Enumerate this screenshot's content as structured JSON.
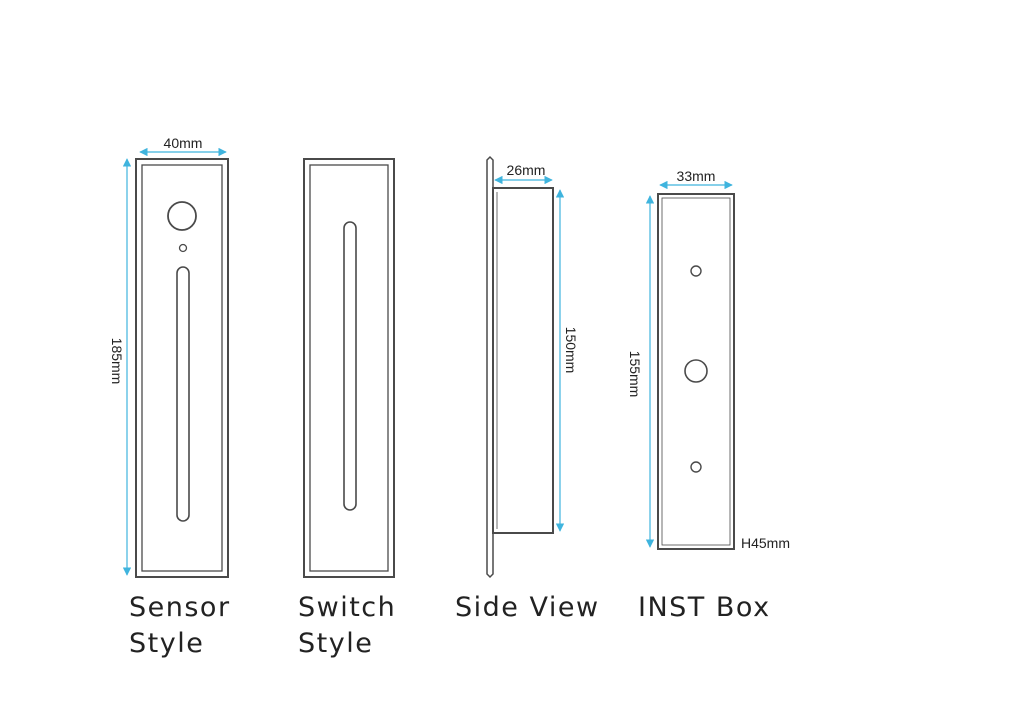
{
  "colors": {
    "outline": "#4a4a4a",
    "dimension": "#3fb4de",
    "background": "#ffffff"
  },
  "views": {
    "sensor": {
      "width_label": "40mm",
      "height_label": "185mm",
      "caption_line1": "Sensor",
      "caption_line2": "Style"
    },
    "switch": {
      "caption_line1": "Switch",
      "caption_line2": "Style"
    },
    "side": {
      "depth_label": "26mm",
      "height_label": "150mm",
      "caption": "Side View"
    },
    "inst_box": {
      "width_label": "33mm",
      "height_label": "155mm",
      "depth_label": "H45mm",
      "caption": "INST Box"
    }
  }
}
